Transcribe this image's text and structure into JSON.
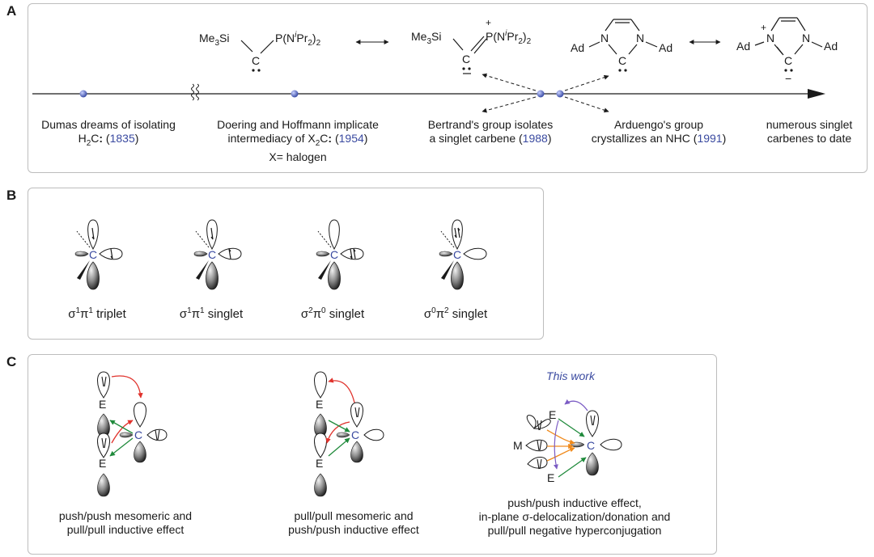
{
  "panels": {
    "a": "A",
    "b": "B",
    "c": "C"
  },
  "timeline": {
    "events": [
      {
        "line1": "Dumas dreams of isolating",
        "formula_prefix": "H",
        "formula_sub": "2",
        "formula_suffix": "C",
        "colon": ":",
        "paren_open": " (",
        "year": "1835",
        "paren_close": ")"
      },
      {
        "line1": "Doering and Hoffmann implicate",
        "line2_prefix": "intermediacy of X",
        "formula_sub": "2",
        "formula_suffix": "C",
        "colon": ":",
        "paren_open": " (",
        "year": "1954",
        "paren_close": ")",
        "line3": "X= halogen"
      },
      {
        "line1": "Bertrand's group isolates",
        "line2_prefix": "a singlet carbene (",
        "year": "1988",
        "line2_suffix": ")"
      },
      {
        "line1": "Arduengo's group",
        "line2_prefix": "crystallizes an NHC (",
        "year": "1991",
        "line2_suffix": ")"
      },
      {
        "line1": "numerous singlet",
        "line2": "carbenes to date"
      }
    ],
    "structures": {
      "me3si": "Me",
      "me3si_sub": "3",
      "me3si_end": "Si",
      "phos_p": "P(N",
      "phos_i": "i",
      "phos_pr": "Pr",
      "phos_sub2": "2",
      "phos_close": ")",
      "phos_sub2b": "2",
      "carbon": "C",
      "nitrogen": "N",
      "ad": "Ad",
      "plus": "+",
      "minus": "−"
    }
  },
  "carbene_states": [
    {
      "sym1": "σ",
      "sup1": "1",
      "sym2": "π",
      "sup2": "1",
      "label": " triplet",
      "center": "C"
    },
    {
      "sym1": "σ",
      "sup1": "1",
      "sym2": "π",
      "sup2": "1",
      "label": " singlet",
      "center": "C"
    },
    {
      "sym1": "σ",
      "sup1": "2",
      "sym2": "π",
      "sup2": "0",
      "label": " singlet",
      "center": "C"
    },
    {
      "sym1": "σ",
      "sup1": "0",
      "sym2": "π",
      "sup2": "2",
      "label": " singlet",
      "center": "C"
    }
  ],
  "stabilization": {
    "this_work": "This work",
    "atoms": {
      "e": "E",
      "c": "C",
      "m": "M"
    },
    "cases": [
      {
        "line1": "push/push mesomeric and",
        "line2": "pull/pull inductive effect"
      },
      {
        "line1": "pull/pull mesomeric and",
        "line2": "push/push inductive effect"
      },
      {
        "line1": "push/push inductive effect,",
        "line2": "in-plane σ-delocalization/donation and",
        "line3": "pull/pull negative hyperconjugation"
      }
    ]
  },
  "colors": {
    "blue": "#3a4aa0",
    "red": "#e0322c",
    "green": "#1f8a3b",
    "orange": "#f08a1c",
    "purple": "#7b5cc4",
    "panel_border": "#bdbdbd"
  }
}
